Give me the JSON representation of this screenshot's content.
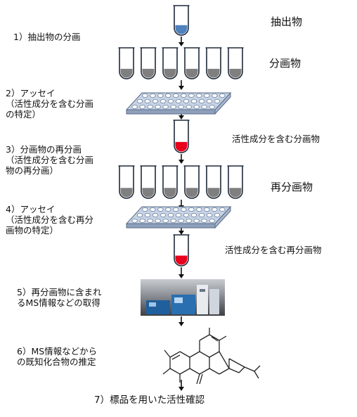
{
  "steps": [
    {
      "id": "step1",
      "text": "1）抽出物の分画"
    },
    {
      "id": "step2",
      "text": "2）アッセイ\n（活性成分を含む分画\nの特定）"
    },
    {
      "id": "step3",
      "text": "3）分画物の再分画\n（活性成分を含む分画\n物の再分画）"
    },
    {
      "id": "step4",
      "text": "4）アッセイ\n（活性成分を含む再分\n画物の特定）"
    },
    {
      "id": "step5",
      "text": "5）再分画物に含まれ\nるMS情報などの取得"
    },
    {
      "id": "step6",
      "text": "6）MS情報などから\nの既知化合物の推定"
    },
    {
      "id": "step7",
      "text": "7）標品を用いた活性確認"
    }
  ],
  "labels": {
    "extract": "抽出物",
    "fractions": "分画物",
    "active_fraction": "活性成分を含む分画物",
    "refractions": "再分画物",
    "active_refraction": "活性成分を含む再分画物"
  },
  "colors": {
    "extract_fill": "#4f81bd",
    "fraction_fill": "#7f7f7f",
    "active_fill": "#e8001c",
    "plate_fill": "#c6d3e6",
    "plate_edge": "#5a6b85",
    "arrow": "#111111"
  }
}
